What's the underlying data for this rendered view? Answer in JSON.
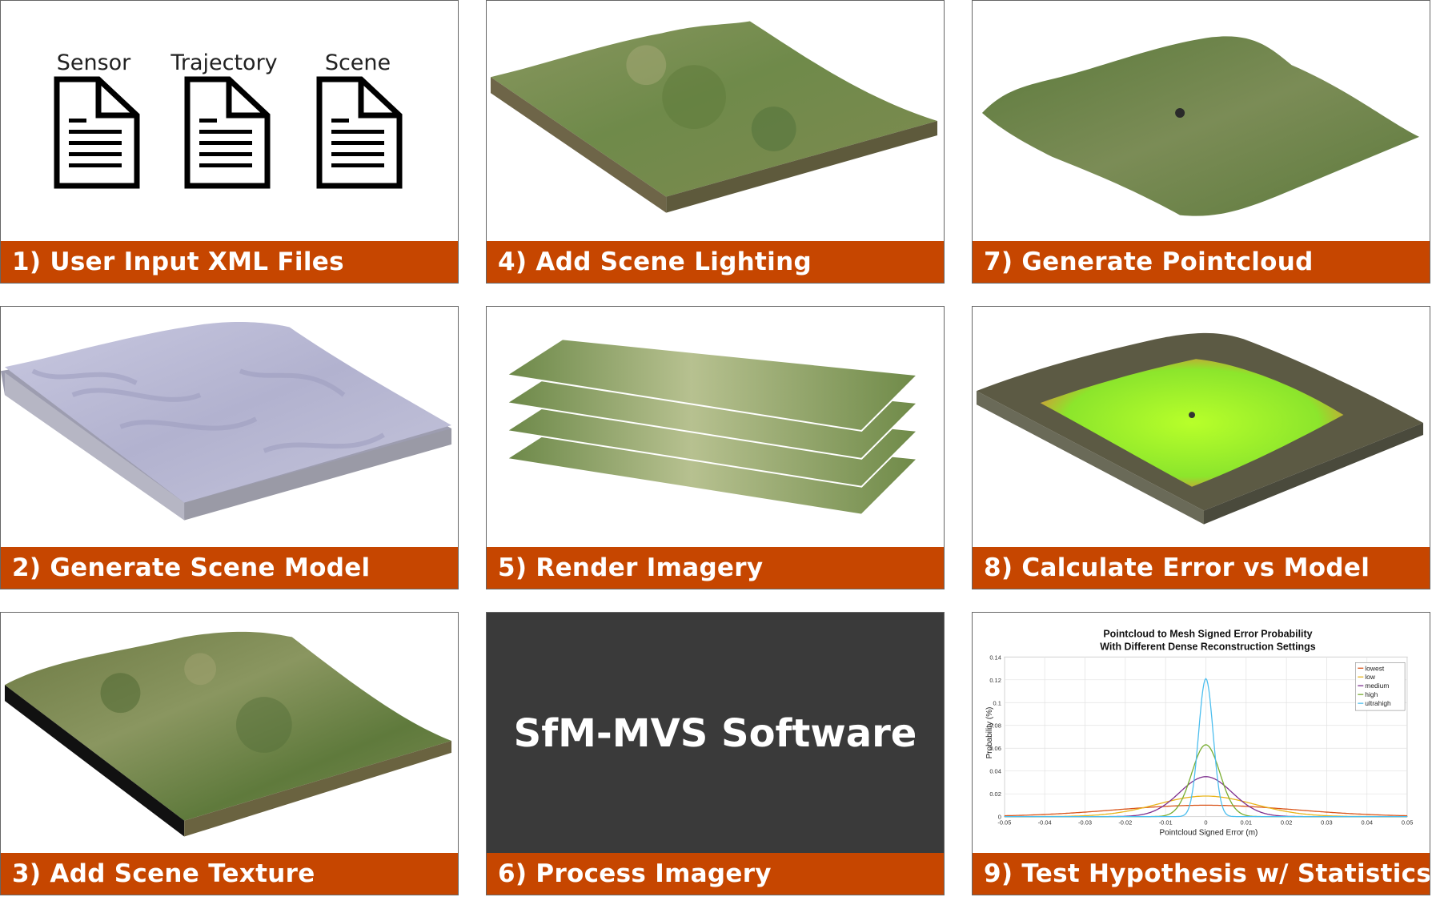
{
  "panels": [
    {
      "label": "1) User Input XML Files"
    },
    {
      "label": "2) Generate Scene Model"
    },
    {
      "label": "3) Add Scene Texture"
    },
    {
      "label": "4) Add Scene Lighting"
    },
    {
      "label": "5) Render Imagery"
    },
    {
      "label": "6) Process Imagery"
    },
    {
      "label": "7) Generate Pointcloud"
    },
    {
      "label": "8) Calculate Error vs Model"
    },
    {
      "label": "9) Test Hypothesis w/ Statistics"
    }
  ],
  "docs": [
    "Sensor",
    "Trajectory",
    "Scene"
  ],
  "software_label": "SfM-MVS Software",
  "colors": {
    "accent": "#c64600",
    "dark_panel": "#3a3a3a"
  },
  "chart_data": {
    "type": "line",
    "title_line1": "Pointcloud to Mesh Signed Error Probability",
    "title_line2": "With Different Dense Reconstruction Settings",
    "xlabel": "Pointcloud Signed Error (m)",
    "ylabel": "Probability (%)",
    "xlim": [
      -0.05,
      0.05
    ],
    "ylim": [
      0,
      0.14
    ],
    "xticks": [
      "-0.05",
      "-0.04",
      "-0.03",
      "-0.02",
      "-0.01",
      "0",
      "0.01",
      "0.02",
      "0.03",
      "0.04",
      "0.05"
    ],
    "yticks": [
      "0",
      "0.02",
      "0.04",
      "0.06",
      "0.08",
      "0.1",
      "0.12",
      "0.14"
    ],
    "grid": true,
    "legend_position": "top-right",
    "series": [
      {
        "name": "lowest",
        "color": "#d9541a",
        "peak": 0.01,
        "width": 0.022
      },
      {
        "name": "low",
        "color": "#e8b41b",
        "peak": 0.018,
        "width": 0.012
      },
      {
        "name": "medium",
        "color": "#7e2f8e",
        "peak": 0.035,
        "width": 0.0065
      },
      {
        "name": "high",
        "color": "#77ac30",
        "peak": 0.063,
        "width": 0.0035
      },
      {
        "name": "ultrahigh",
        "color": "#4dbeee",
        "peak": 0.121,
        "width": 0.0018
      }
    ]
  }
}
